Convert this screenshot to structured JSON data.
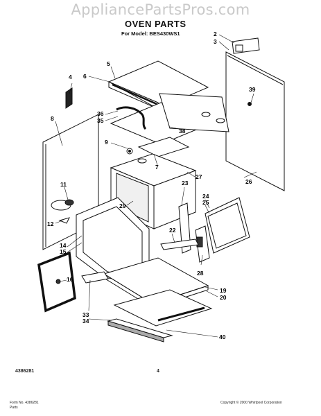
{
  "header": {
    "watermark": "AppliancePartsPros.com",
    "title": "OVEN PARTS",
    "model_line": "For Model: BES430WS1"
  },
  "part_labels": [
    "2",
    "3",
    "4",
    "5",
    "6",
    "8",
    "39",
    "36",
    "35",
    "38",
    "9",
    "7",
    "27",
    "11",
    "23",
    "26",
    "24",
    "25",
    "29",
    "12",
    "22",
    "14",
    "15",
    "28",
    "16",
    "19",
    "20",
    "33",
    "34",
    "40"
  ],
  "footer": {
    "doc_number": "4386281",
    "page_number": "4",
    "bottom_left": "Form No. 4386281",
    "bottom_left_2": "Parts",
    "copyright": "Copyright © 2000 Whirlpool Corporation"
  }
}
